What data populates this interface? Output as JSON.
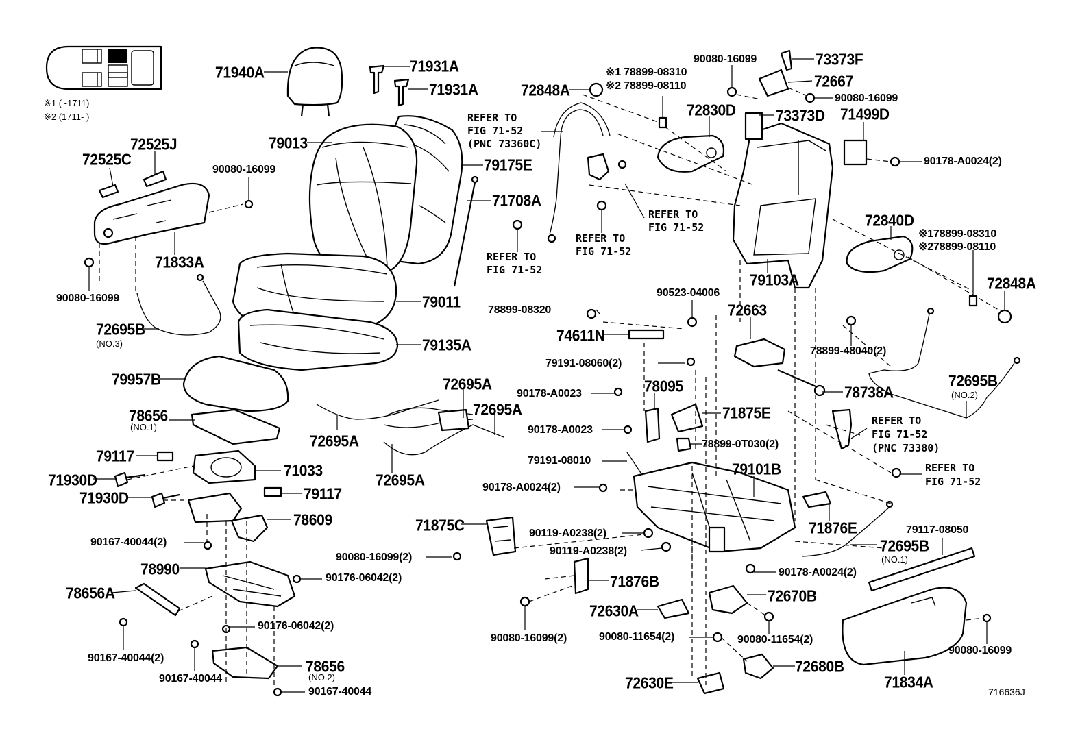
{
  "legend": {
    "note1": "※1 (      -1711)",
    "note2": "※2 (1711-      )"
  },
  "diagram_id": "716636J",
  "labels": {
    "l71940A": "71940A",
    "l71931A_1": "71931A",
    "l71931A_2": "71931A",
    "l79013": "79013",
    "l79175E": "79175E",
    "l71708A": "71708A",
    "l72525C": "72525C",
    "l72525J": "72525J",
    "l90080_16099_a": "90080-16099",
    "l71833A": "71833A",
    "l90080_16099_b": "90080-16099",
    "l72695B_3": "72695B",
    "l72695B_3n": "(NO.3)",
    "l79011": "79011",
    "l79135A": "79135A",
    "l79957B": "79957B",
    "l78656_1": "78656",
    "l78656_1n": "(NO.1)",
    "l79117_a": "79117",
    "l71033": "71033",
    "l71930D_a": "71930D",
    "l71930D_b": "71930D",
    "l79117_b": "79117",
    "l78609": "78609",
    "l90167_40044_2a": "90167-40044(2)",
    "l78990": "78990",
    "l90176_06042_2a": "90176-06042(2)",
    "l78656A": "78656A",
    "l90176_06042_2b": "90176-06042(2)",
    "l90167_40044_2b": "90167-40044(2)",
    "l90167_40044_a": "90167-40044",
    "l78656_2": "78656",
    "l78656_2n": "(NO.2)",
    "l90167_40044_b": "90167-40044",
    "l72695A_1": "72695A",
    "l72695A_2": "72695A",
    "l72695A_3": "72695A",
    "l72695A_4": "72695A",
    "l72848A_1": "72848A",
    "l refer1a": "REFER TO",
    "refer1a": "REFER TO",
    "refer1b": "FIG 71-52",
    "refer1c": "(PNC 73360C)",
    "refer2a": "REFER TO",
    "refer2b": "FIG 71-52",
    "refer3a": "REFER TO",
    "refer3b": "FIG 71-52",
    "refer4a": "REFER TO",
    "refer4b": "FIG 71-52",
    "l78899_08310_1": "※1 78899-08310",
    "l78899_08110_1": "※2 78899-08110",
    "l72830D": "72830D",
    "l90080_16099_c": "90080-16099",
    "l73373F": "73373F",
    "l72667": "72667",
    "l90080_16099_d": "90080-16099",
    "l73373D": "73373D",
    "l71499D": "71499D",
    "l90178_A0024_2a": "90178-A0024(2)",
    "l72840D": "72840D",
    "l78899_08310_2": "※178899-08310",
    "l78899_08110_2": "※278899-08110",
    "l72848A_2": "72848A",
    "l79103A": "79103A",
    "l90523_04006": "90523-04006",
    "l78899_08320": "78899-08320",
    "l74611N": "74611N",
    "l72663": "72663",
    "l79191_08060_2": "79191-08060(2)",
    "l78899_48040_2": "78899-48040(2)",
    "l90178_A0023_a": "90178-A0023",
    "l78095": "78095",
    "l78738A": "78738A",
    "l72695B_2": "72695B",
    "l72695B_2n": "(NO.2)",
    "l90178_A0023_b": "90178-A0023",
    "l71875E": "71875E",
    "refer5a": "REFER TO",
    "refer5b": "FIG 71-52",
    "refer5c": "(PNC 73380)",
    "l78899_0T030_2": "78899-0T030(2)",
    "l79191_08010": "79191-08010",
    "l79101B": "79101B",
    "refer6a": "REFER TO",
    "refer6b": "FIG 71-52",
    "l90178_A0024_2b": "90178-A0024(2)",
    "l71875C": "71875C",
    "l90119_A0238_2a": "90119-A0238(2)",
    "l71876E": "71876E",
    "l79117_08050": "79117-08050",
    "l90080_16099_2a": "90080-16099(2)",
    "l90119_A0238_2b": "90119-A0238(2)",
    "l72695B_1": "72695B",
    "l72695B_1n": "(NO.1)",
    "l90178_A0024_2c": "90178-A0024(2)",
    "l71876B": "71876B",
    "l72670B": "72670B",
    "l72630A": "72630A",
    "l90080_16099_2b": "90080-16099(2)",
    "l90080_11654_2a": "90080-11654(2)",
    "l90080_11654_2b": "90080-11654(2)",
    "l90080_16099_e": "90080-16099",
    "l72680B": "72680B",
    "l72630E": "72630E",
    "l71834A": "71834A"
  }
}
